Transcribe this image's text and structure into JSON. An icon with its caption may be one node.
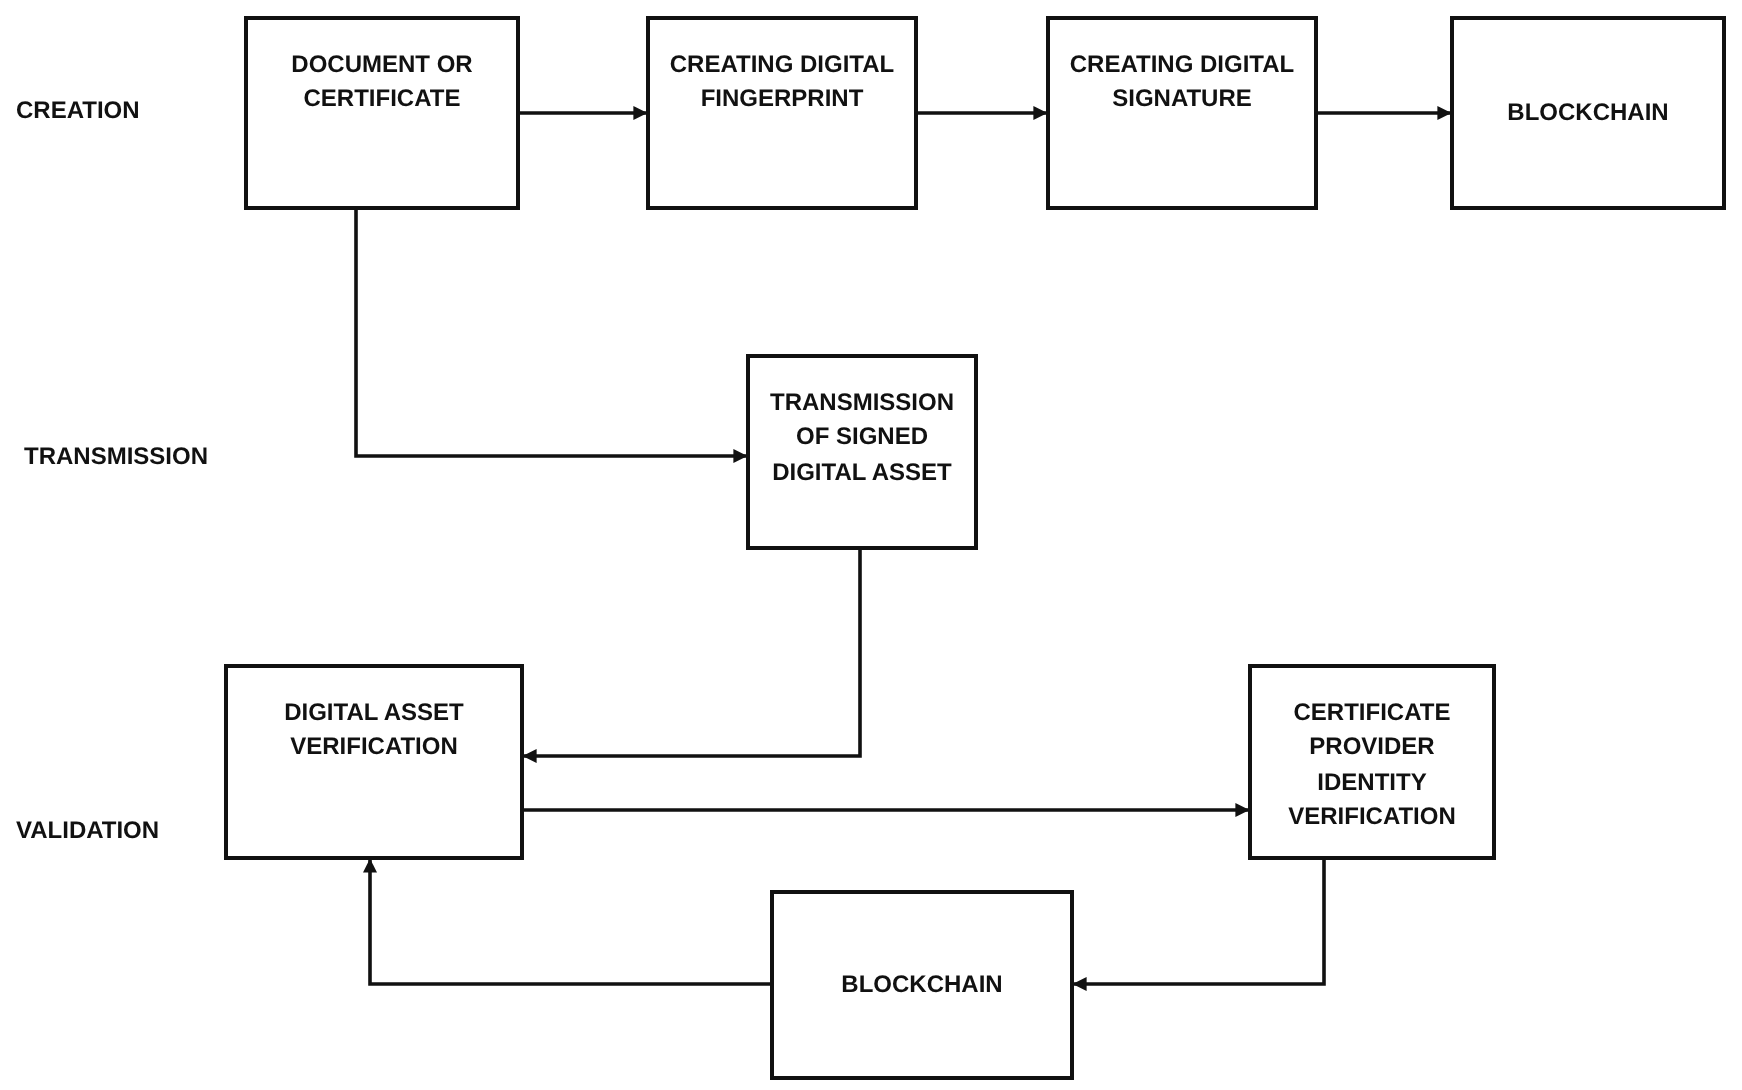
{
  "diagram": {
    "nodes": [
      {
        "text": [
          "DOCUMENT OR CERTIFICATE"
        ]
      },
      {
        "text": [
          "CREATING DIGITAL FINGERPRINT"
        ]
      },
      {
        "text": [
          "CREATING DIGITAL SIGNATURE"
        ]
      },
      {
        "text": [
          "BLOCKCHAIN"
        ]
      },
      {
        "text": [
          "TRANSMISSION OF SIGNED DIGITAL ASSET"
        ]
      },
      {
        "text": [
          "DIGITAL ASSET VERIFICATION"
        ]
      },
      {
        "text": [
          "CERTIFICATE PROVIDER IDENTITY VERIFICATION"
        ]
      },
      {
        "text": [
          "BLOCKCHAIN"
        ]
      }
    ],
    "edges": [
      {
        "from": 0,
        "to": 1,
        "arrow": "to"
      },
      {
        "from": 1,
        "to": 2,
        "arrow": "to"
      },
      {
        "from": 2,
        "to": 3,
        "arrow": "to"
      },
      {
        "from": 0,
        "to": 4,
        "arrow": "to"
      },
      {
        "from": 4,
        "to": 5,
        "arrow": "to"
      },
      {
        "from": 5,
        "to": 6,
        "arrow": "to"
      },
      {
        "from": 6,
        "to": 7,
        "arrow": "to"
      },
      {
        "from": 7,
        "to": 5,
        "arrow": "to"
      }
    ],
    "labels": [
      "CREATION",
      "TRANSMISSION",
      "VALIDATION"
    ]
  }
}
